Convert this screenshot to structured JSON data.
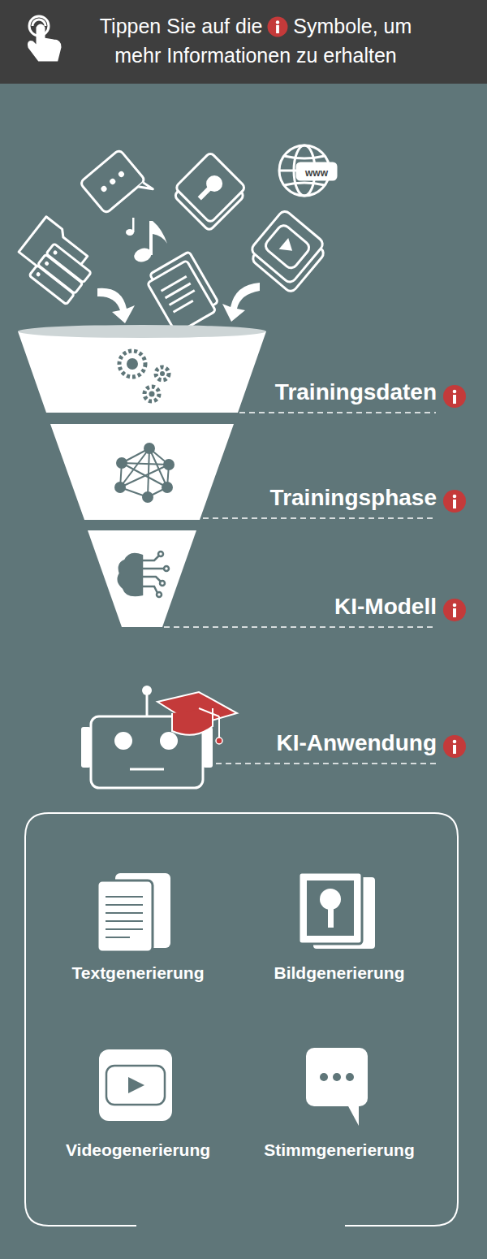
{
  "diagram": {
    "nodes": [
      {
        "text": [
          "Textgenerierung",
          "Bildgenerierung",
          "Videogenerierung",
          "Stimmgenerierung"
        ]
      }
    ],
    "labels": [
      "Tippen Sie auf die",
      "Symbole, um mehr Informationen zu erhalten",
      "www",
      "Trainingsdaten",
      "Trainingsphase",
      "KI-Modell",
      "KI-Anwendung"
    ]
  }
}
